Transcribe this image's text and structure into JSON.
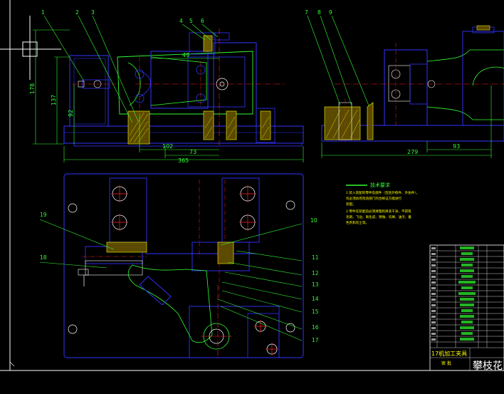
{
  "drawing": {
    "callouts_top_left": [
      "1",
      "2",
      "3",
      "4",
      "5",
      "6"
    ],
    "callouts_top_right": [
      "7",
      "8",
      "9"
    ],
    "callouts_plan": [
      "19",
      "18",
      "10",
      "11",
      "12",
      "13",
      "14",
      "15",
      "16",
      "17"
    ],
    "dimensions": {
      "left_view": {
        "vertical_1": "178",
        "vertical_2": "137",
        "vertical_3": "92",
        "horizontal_top": "49",
        "horizontal_1": "102",
        "horizontal_2": "73",
        "horizontal_total": "365"
      },
      "right_view": {
        "horizontal_1": "279",
        "horizontal_2": "93"
      }
    },
    "technical_requirements": {
      "title": "技术要求",
      "lines": [
        "1.装入装配的零件及部件（包括外购件、外协件），",
        "  均必须具有检验部门的合格证方能进行",
        "  装配。",
        "2.零件在装配前必须清理和清洗干净，不得有",
        "  毛刺、飞边、氧化皮、锈蚀、切屑、油污、着",
        "  色剂和灰尘等。"
      ]
    },
    "title_block": {
      "drawing_title": "17机加工夹具",
      "approval_label": "审 批",
      "signature_text": "攀枝花"
    }
  },
  "colors": {
    "background": "#000000",
    "outline": "#3333ff",
    "annotation": "#33ff33",
    "centerline": "#ff2222",
    "section": "#ffff00",
    "white": "#ffffff"
  }
}
